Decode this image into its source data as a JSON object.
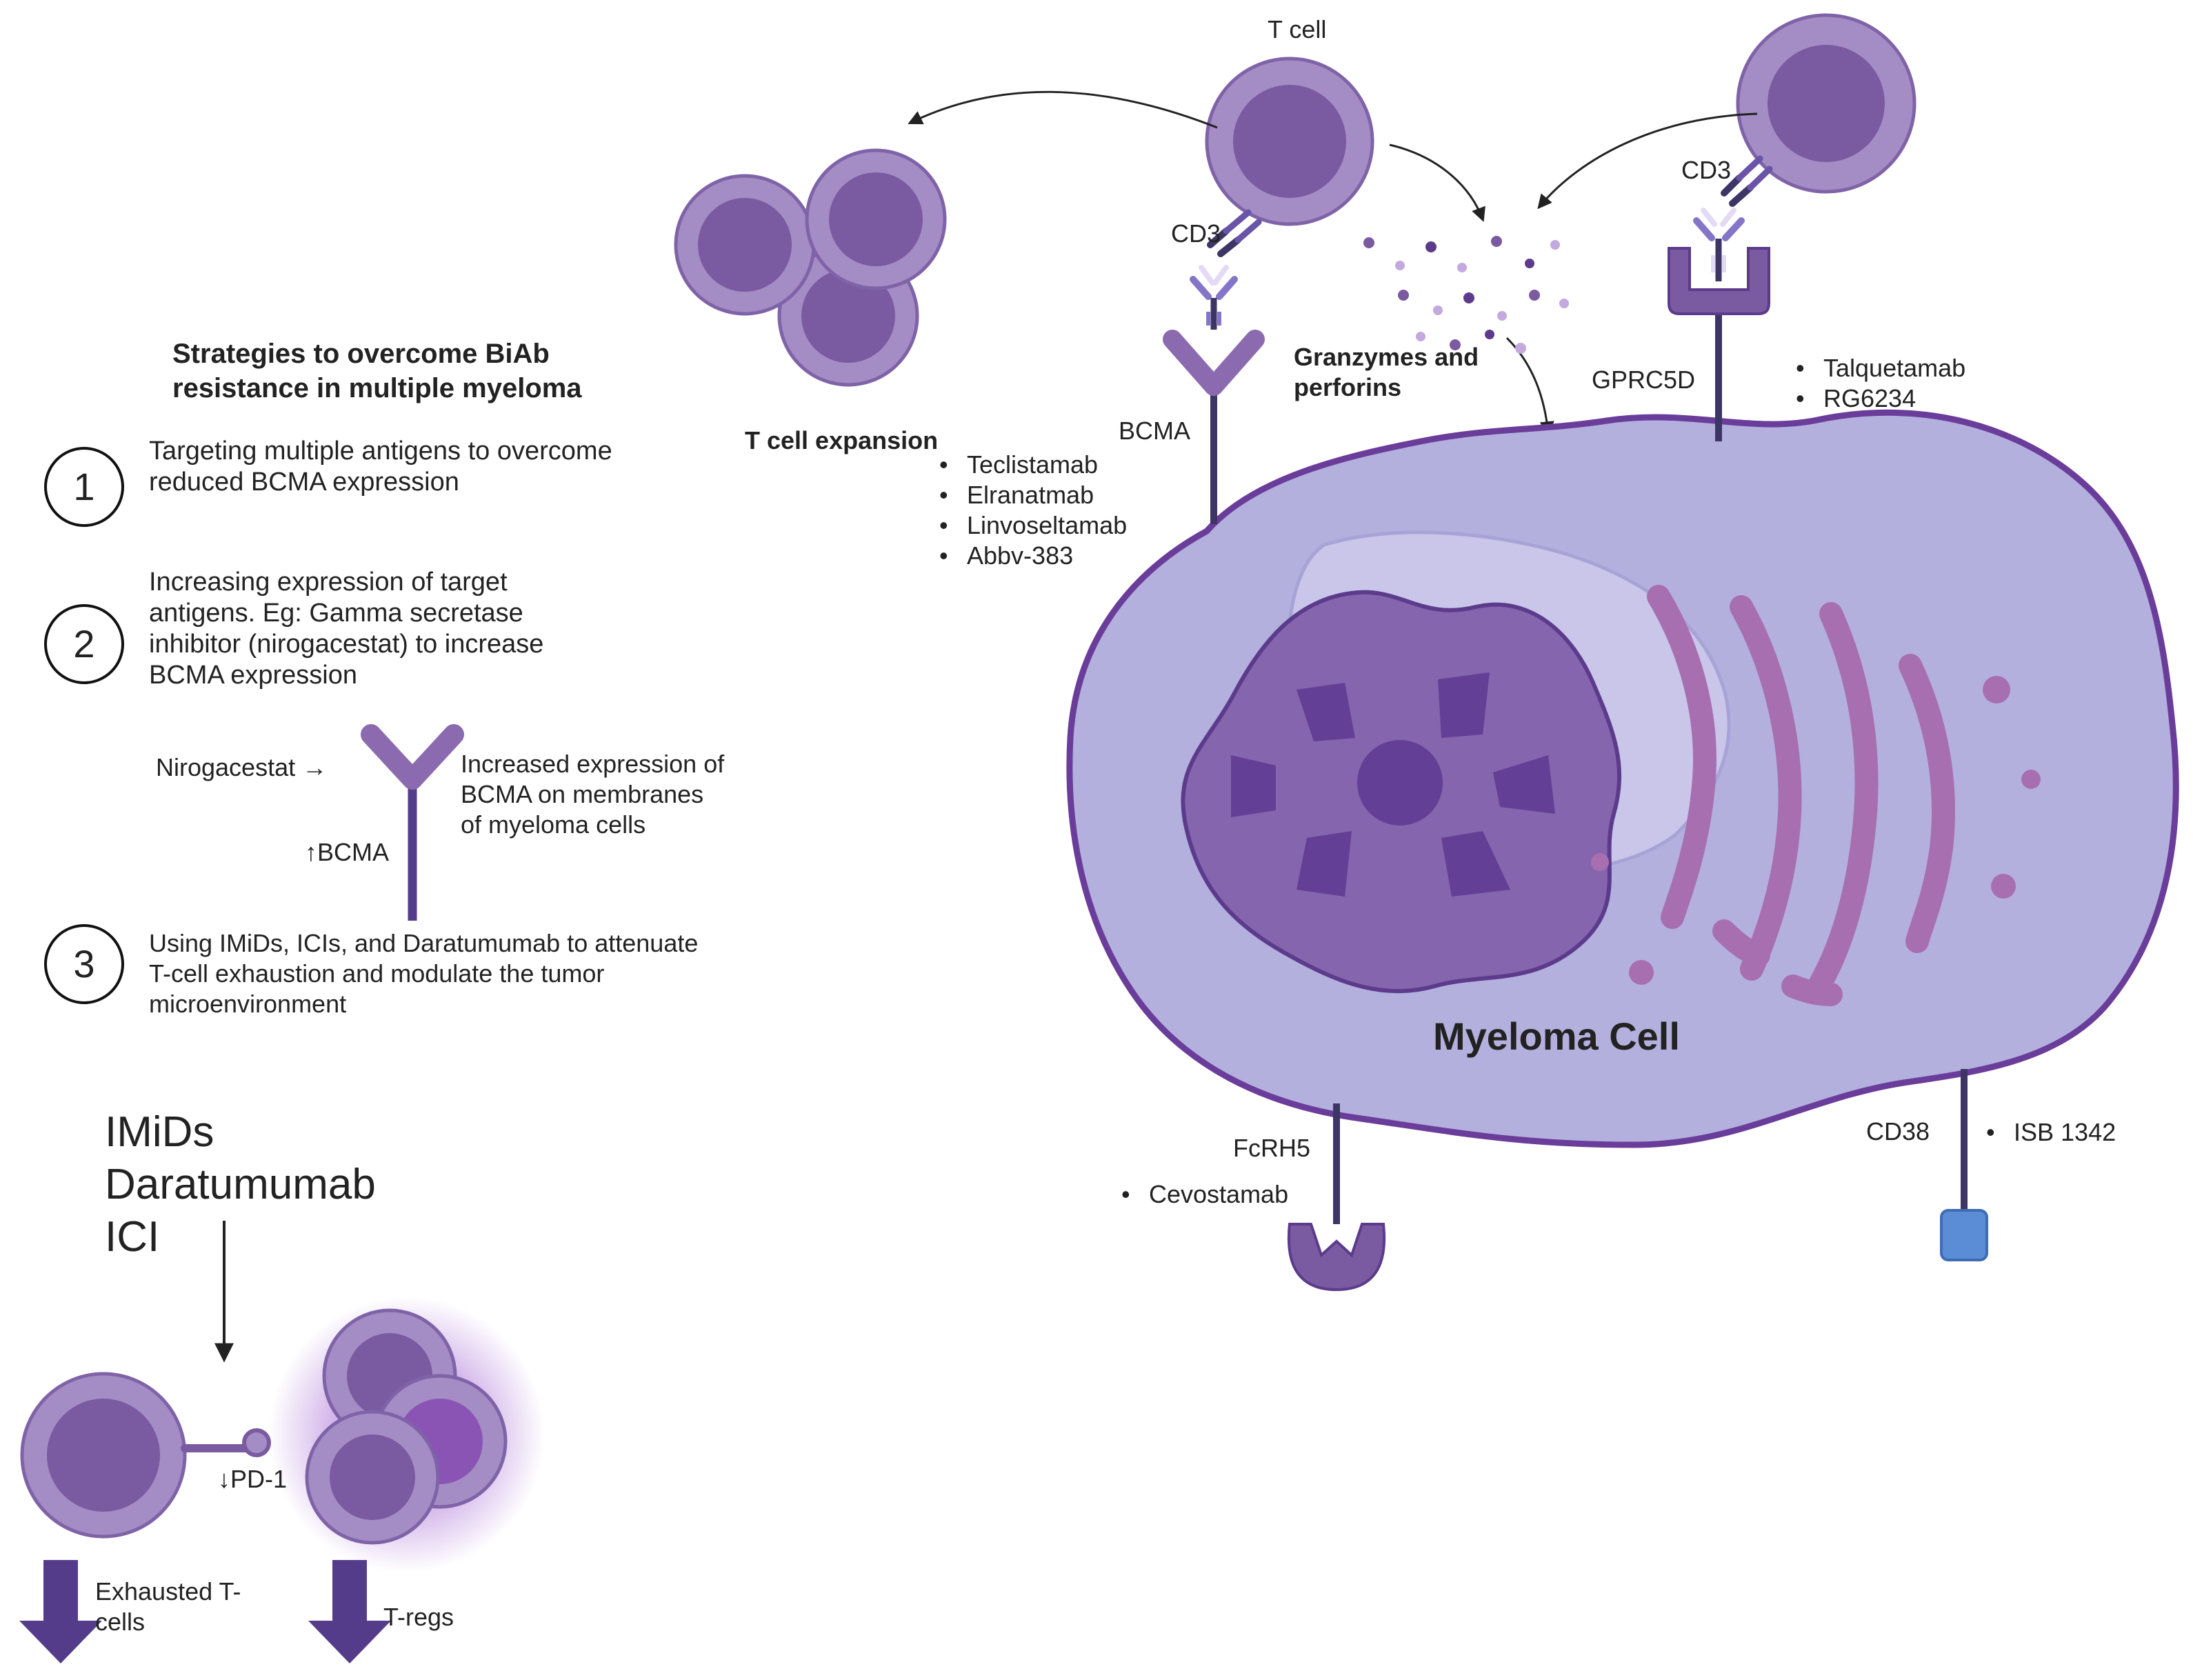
{
  "title": "Strategies to overcome BiAb resistance in multiple myeloma",
  "title_lines": [
    "Strategies to overcome BiAb",
    "resistance in multiple myeloma"
  ],
  "strategies": [
    {
      "number": "1",
      "text": "Targeting multiple antigens to overcome reduced BCMA expression"
    },
    {
      "number": "2",
      "text": "Increasing expression of target antigens. Eg: Gamma secretase inhibitor (nirogacestat) to increase BCMA expression"
    },
    {
      "number": "3",
      "text": "Using IMiDs, ICIs, and Daratumumab to attenuate T-cell exhaustion and modulate the tumor microenvironment"
    }
  ],
  "nirogacestat": {
    "arrow_label": "Nirogacestat →",
    "bcma_label": "↑BCMA",
    "effect": "Increased expression of  BCMA on membranes of myeloma cells"
  },
  "agents": {
    "line1": "IMiDs",
    "line2": "Daratumumab",
    "line3": "ICI"
  },
  "bottom": {
    "pd1": "↓PD-1",
    "exhausted": "Exhausted T-cells",
    "tregs": "T-regs"
  },
  "right": {
    "t_cell": "T cell",
    "cd3_left": "CD3",
    "cd3_right": "CD3",
    "t_cell_expansion": "T cell expansion",
    "granzymes": "Granzymes and perforins",
    "bcma": "BCMA",
    "gprc5d": "GPRC5D",
    "fcrh5": "FcRH5",
    "cd38": "CD38",
    "myeloma_cell": "Myeloma Cell",
    "bcma_drugs": [
      "Teclistamab",
      "Elranatmab",
      "Linvoseltamab",
      "Abbv-383"
    ],
    "gprc5d_drugs": [
      "Talquetamab",
      "RG6234"
    ],
    "fcrh5_drugs": [
      "Cevostamab"
    ],
    "cd38_drugs": [
      "ISB 1342"
    ]
  },
  "colors": {
    "dark_purple": "#553c8b",
    "cell_purple": "#a48cc4",
    "nucleus_purple": "#7a5aa0",
    "myeloma_fill": "#b3b0de",
    "myeloma_border": "#6a3d9a",
    "er_pink": "#a76fb0",
    "cd38_blue": "#5b8dd6"
  }
}
